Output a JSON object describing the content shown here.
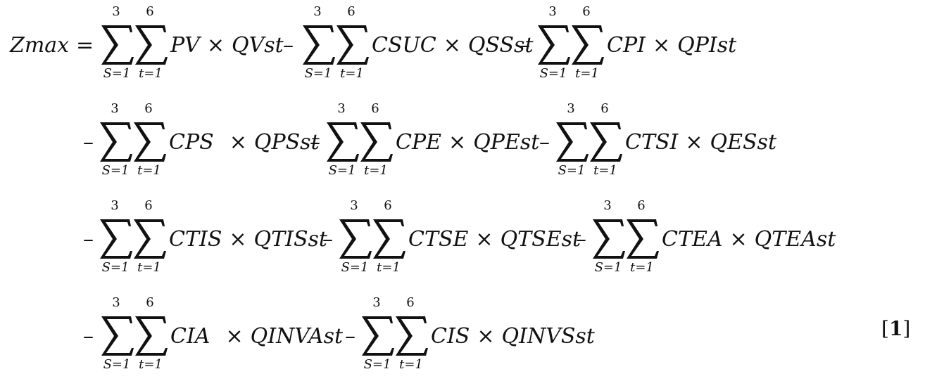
{
  "equation": {
    "lhs": "Zmax",
    "equals": "=",
    "minus": "–",
    "times": "×",
    "sum_outer": {
      "lower": "S=1",
      "upper": "3"
    },
    "sum_inner": {
      "lower": "t=1",
      "upper": "6"
    },
    "terms": [
      {
        "cost": "PV",
        "qty": "QVst"
      },
      {
        "cost": "CSUC",
        "qty": "QSSst"
      },
      {
        "cost": "CPI",
        "qty": "QPIst"
      },
      {
        "cost": "CPS",
        "qty": "QPSst"
      },
      {
        "cost": "CPE",
        "qty": "QPEst"
      },
      {
        "cost": "CTSI",
        "qty": "QESst"
      },
      {
        "cost": "CTIS",
        "qty": "QTISst"
      },
      {
        "cost": "CTSE",
        "qty": "QTSEst"
      },
      {
        "cost": "CTEA",
        "qty": "QTEAst"
      },
      {
        "cost": "CIA",
        "qty": "QINVAst"
      },
      {
        "cost": "CIS",
        "qty": "QINVSst"
      }
    ],
    "number": {
      "open": "[",
      "value": "1",
      "close": "]"
    }
  }
}
